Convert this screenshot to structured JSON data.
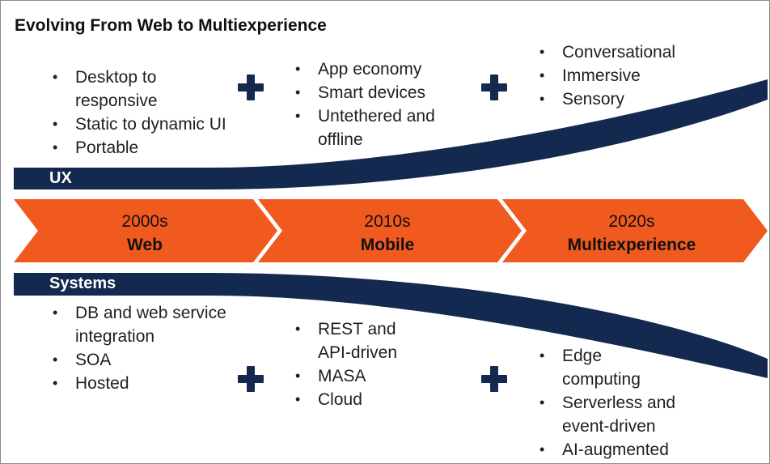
{
  "title": "Evolving From Web to Multiexperience",
  "colors": {
    "navy": "#13294f",
    "orange": "#f15a1f"
  },
  "ux": {
    "label": "UX",
    "groups": [
      [
        "Desktop to responsive",
        "Static to dynamic UI",
        "Portable"
      ],
      [
        "App economy",
        "Smart devices",
        "Untethered and offline"
      ],
      [
        "Conversational",
        "Immersive",
        "Sensory"
      ]
    ]
  },
  "eras": [
    {
      "year": "2000s",
      "name": "Web"
    },
    {
      "year": "2010s",
      "name": "Mobile"
    },
    {
      "year": "2020s",
      "name": "Multiexperience"
    }
  ],
  "systems": {
    "label": "Systems",
    "groups": [
      [
        "DB and web service integration",
        "SOA",
        "Hosted"
      ],
      [
        "REST and API-driven",
        "MASA",
        "Cloud"
      ],
      [
        "Edge computing",
        "Serverless and event-driven",
        "AI-augmented"
      ]
    ]
  }
}
